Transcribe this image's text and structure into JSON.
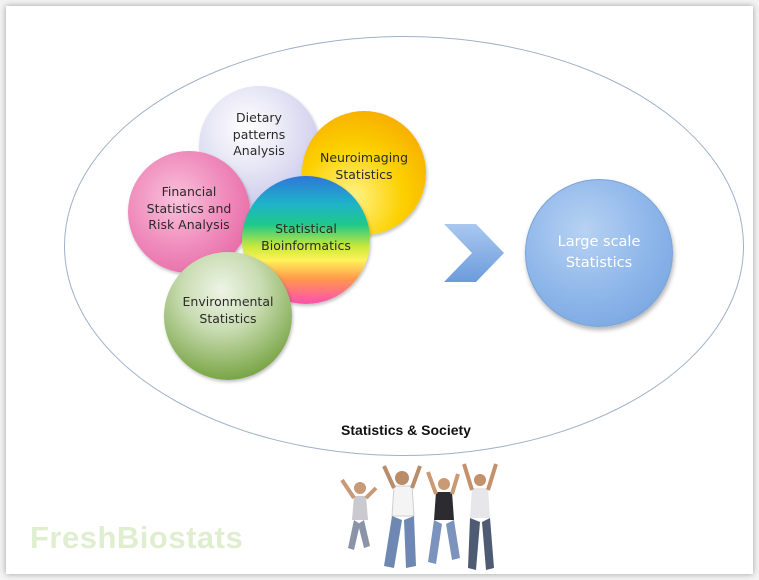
{
  "diagram": {
    "bubbles": [
      {
        "id": "dietary",
        "label_lines": [
          "Dietary",
          "patterns",
          "Analysis"
        ]
      },
      {
        "id": "neuro",
        "label_lines": [
          "Neuroimaging",
          "Statistics"
        ]
      },
      {
        "id": "financial",
        "label_lines": [
          "Financial",
          "Statistics and",
          "Risk Analysis"
        ]
      },
      {
        "id": "bioinf",
        "label_lines": [
          "Statistical",
          "Bioinformatics"
        ]
      },
      {
        "id": "env",
        "label_lines": [
          "Environmental",
          "Statistics"
        ]
      }
    ],
    "target": {
      "label_lines": [
        "Large scale",
        "Statistics"
      ]
    },
    "caption": "Statistics & Society",
    "brand": "FreshBiostats"
  },
  "colors": {
    "ellipse_border": "#9fb1c8",
    "chevron": "#7aa6e0",
    "large_scale_fill": "#8fb7ea",
    "brand_text": "#e0eed0"
  }
}
